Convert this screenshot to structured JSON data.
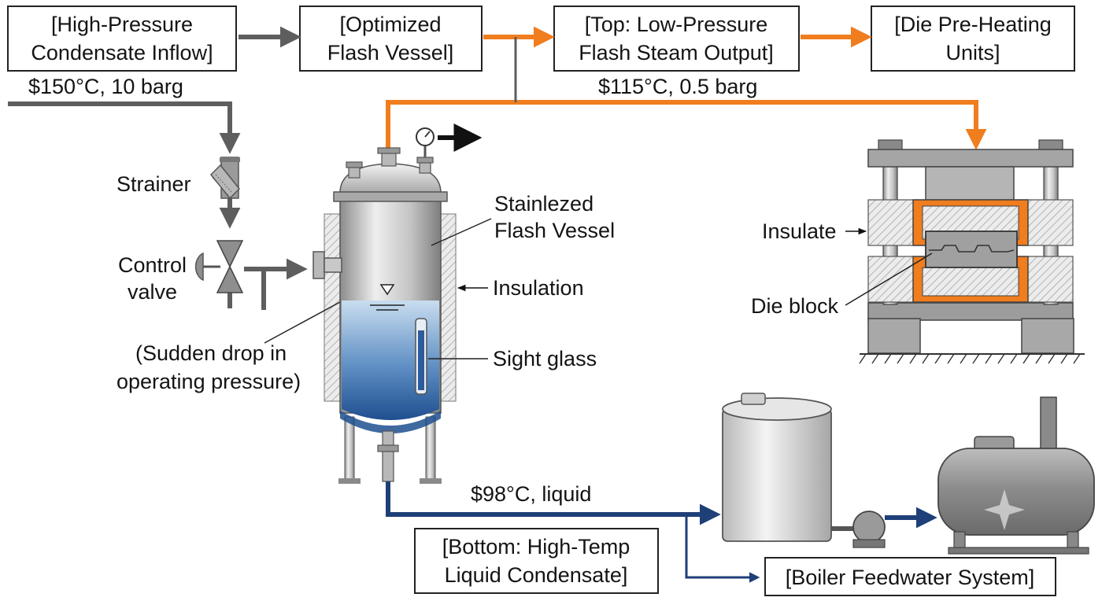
{
  "boxes": {
    "inflow": [
      "[High-Pressure",
      "Condensate Inflow]"
    ],
    "vessel": [
      "[Optimized",
      "Flash Vessel]"
    ],
    "steam_out": [
      "[Top: Low-Pressure",
      "Flash Steam Output]"
    ],
    "preheat": [
      "[Die Pre-Heating",
      "Units]"
    ],
    "bottom": [
      "[Bottom: High-Temp",
      "Liquid Condensate]"
    ],
    "boiler": [
      "[Boiler Feedwater System]"
    ]
  },
  "labels": {
    "inlet_conditions": "$150°C, 10 barg",
    "steam_conditions": "$115°C, 0.5 barg",
    "liquid_conditions": "$98°C, liquid",
    "strainer": "Strainer",
    "control_valve": [
      "Control",
      "valve"
    ],
    "vessel_name": [
      "Stainlezed",
      "Flash Vessel"
    ],
    "insulation": "Insulation",
    "sight_glass": "Sight glass",
    "pressure_drop": [
      "(Sudden drop in",
      "operating pressure)"
    ],
    "insulate": "Insulate",
    "die_block": "Die block"
  },
  "colors": {
    "steam_line": "#f07d1e",
    "condensate_line": "#5e5e5e",
    "liquid_line": "#1e3f78",
    "water_top": "#c9ddf0",
    "water_bottom": "#1f4f8f",
    "die_heater": "#f07d1e"
  }
}
